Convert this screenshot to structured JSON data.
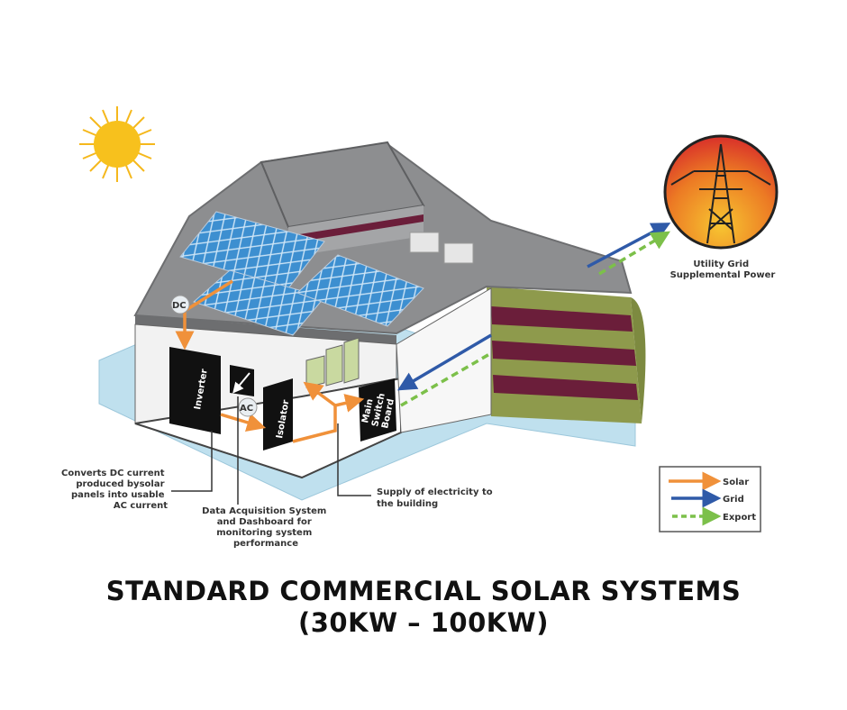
{
  "title": {
    "line1": "STANDARD COMMERCIAL SOLAR SYSTEMS",
    "line2": "(30KW – 100KW)"
  },
  "components": {
    "inverter": "Inverter",
    "isolator": "Isolator",
    "main_switch_board_1": "Main",
    "main_switch_board_2": "Switch",
    "main_switch_board_3": "Board"
  },
  "flow_labels": {
    "dc": "DC",
    "ac": "AC"
  },
  "callouts": {
    "inverter": [
      "Converts DC current",
      "produced bysolar",
      "panels into usable",
      "AC current"
    ],
    "data_acquisition": [
      "Data Acquisition System",
      "and Dashboard for",
      "monitoring system",
      "performance"
    ],
    "supply": [
      "Supply of electricity to",
      "the building"
    ],
    "utility": [
      "Utility Grid",
      "Supplemental Power"
    ]
  },
  "legend": {
    "items": [
      {
        "label": "Solar",
        "color": "#f0913a",
        "style": "solid"
      },
      {
        "label": "Grid",
        "color": "#2f5aa8",
        "style": "solid"
      },
      {
        "label": "Export",
        "color": "#7cc04a",
        "style": "dashed"
      }
    ]
  },
  "colors": {
    "solar": "#f0913a",
    "grid": "#2f5aa8",
    "export": "#7cc04a",
    "panel": "#3d8fd0",
    "wall_green": "#8e9a4c",
    "stripe": "#6b1e3a"
  }
}
